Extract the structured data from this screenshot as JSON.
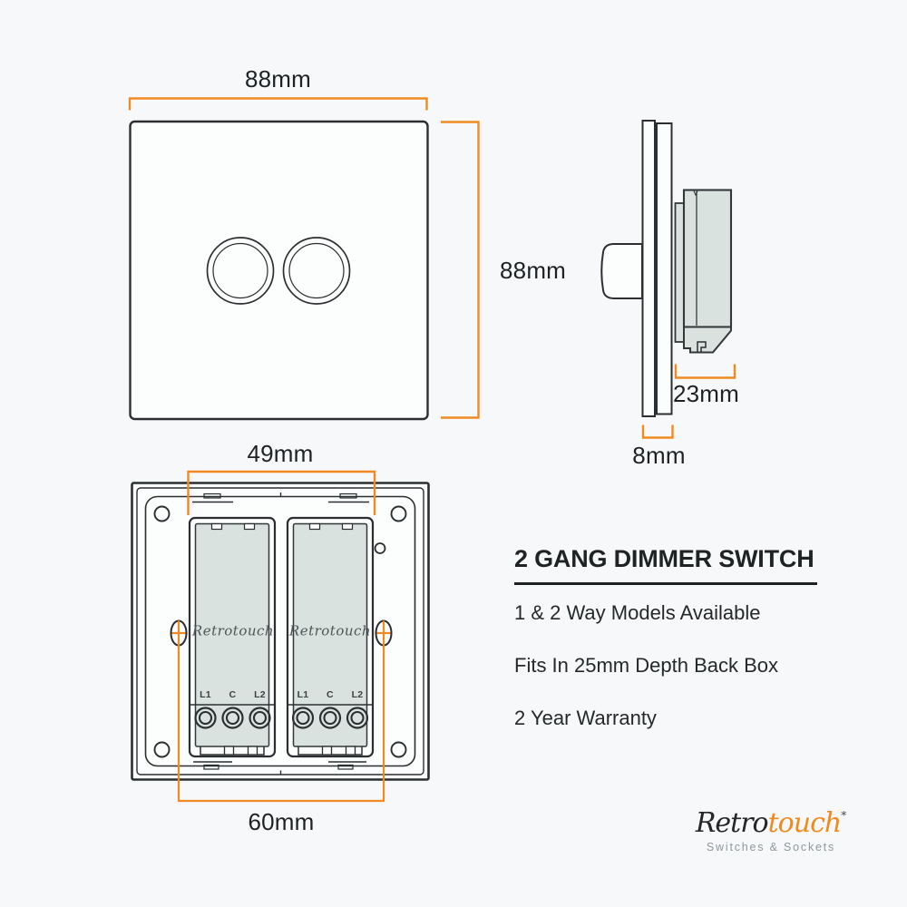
{
  "front_view": {
    "width_label": "88mm",
    "height_label": "88mm"
  },
  "side_view": {
    "body_depth_label": "23mm",
    "plate_depth_label": "8mm"
  },
  "back_view": {
    "module_span_label": "49mm",
    "screw_centres_label": "60mm",
    "module_brand": "Retrotouch",
    "terminals": [
      "L1",
      "C",
      "L2"
    ]
  },
  "specs": {
    "title": "2 GANG DIMMER SWITCH",
    "items": [
      "1 & 2 Way Models Available",
      "Fits In 25mm Depth Back Box",
      "2 Year Warranty"
    ]
  },
  "brand": {
    "name_primary": "Retro",
    "name_secondary": "touch",
    "mark": "*",
    "tagline": "Switches & Sockets"
  },
  "colors": {
    "background": "#f7f8f9",
    "line": "#2b2f31",
    "accent_orange": "#f18a22",
    "module_fill": "#dae2df",
    "logo_orange": "#ef8a1e",
    "tagline_gray": "#8e989c"
  }
}
